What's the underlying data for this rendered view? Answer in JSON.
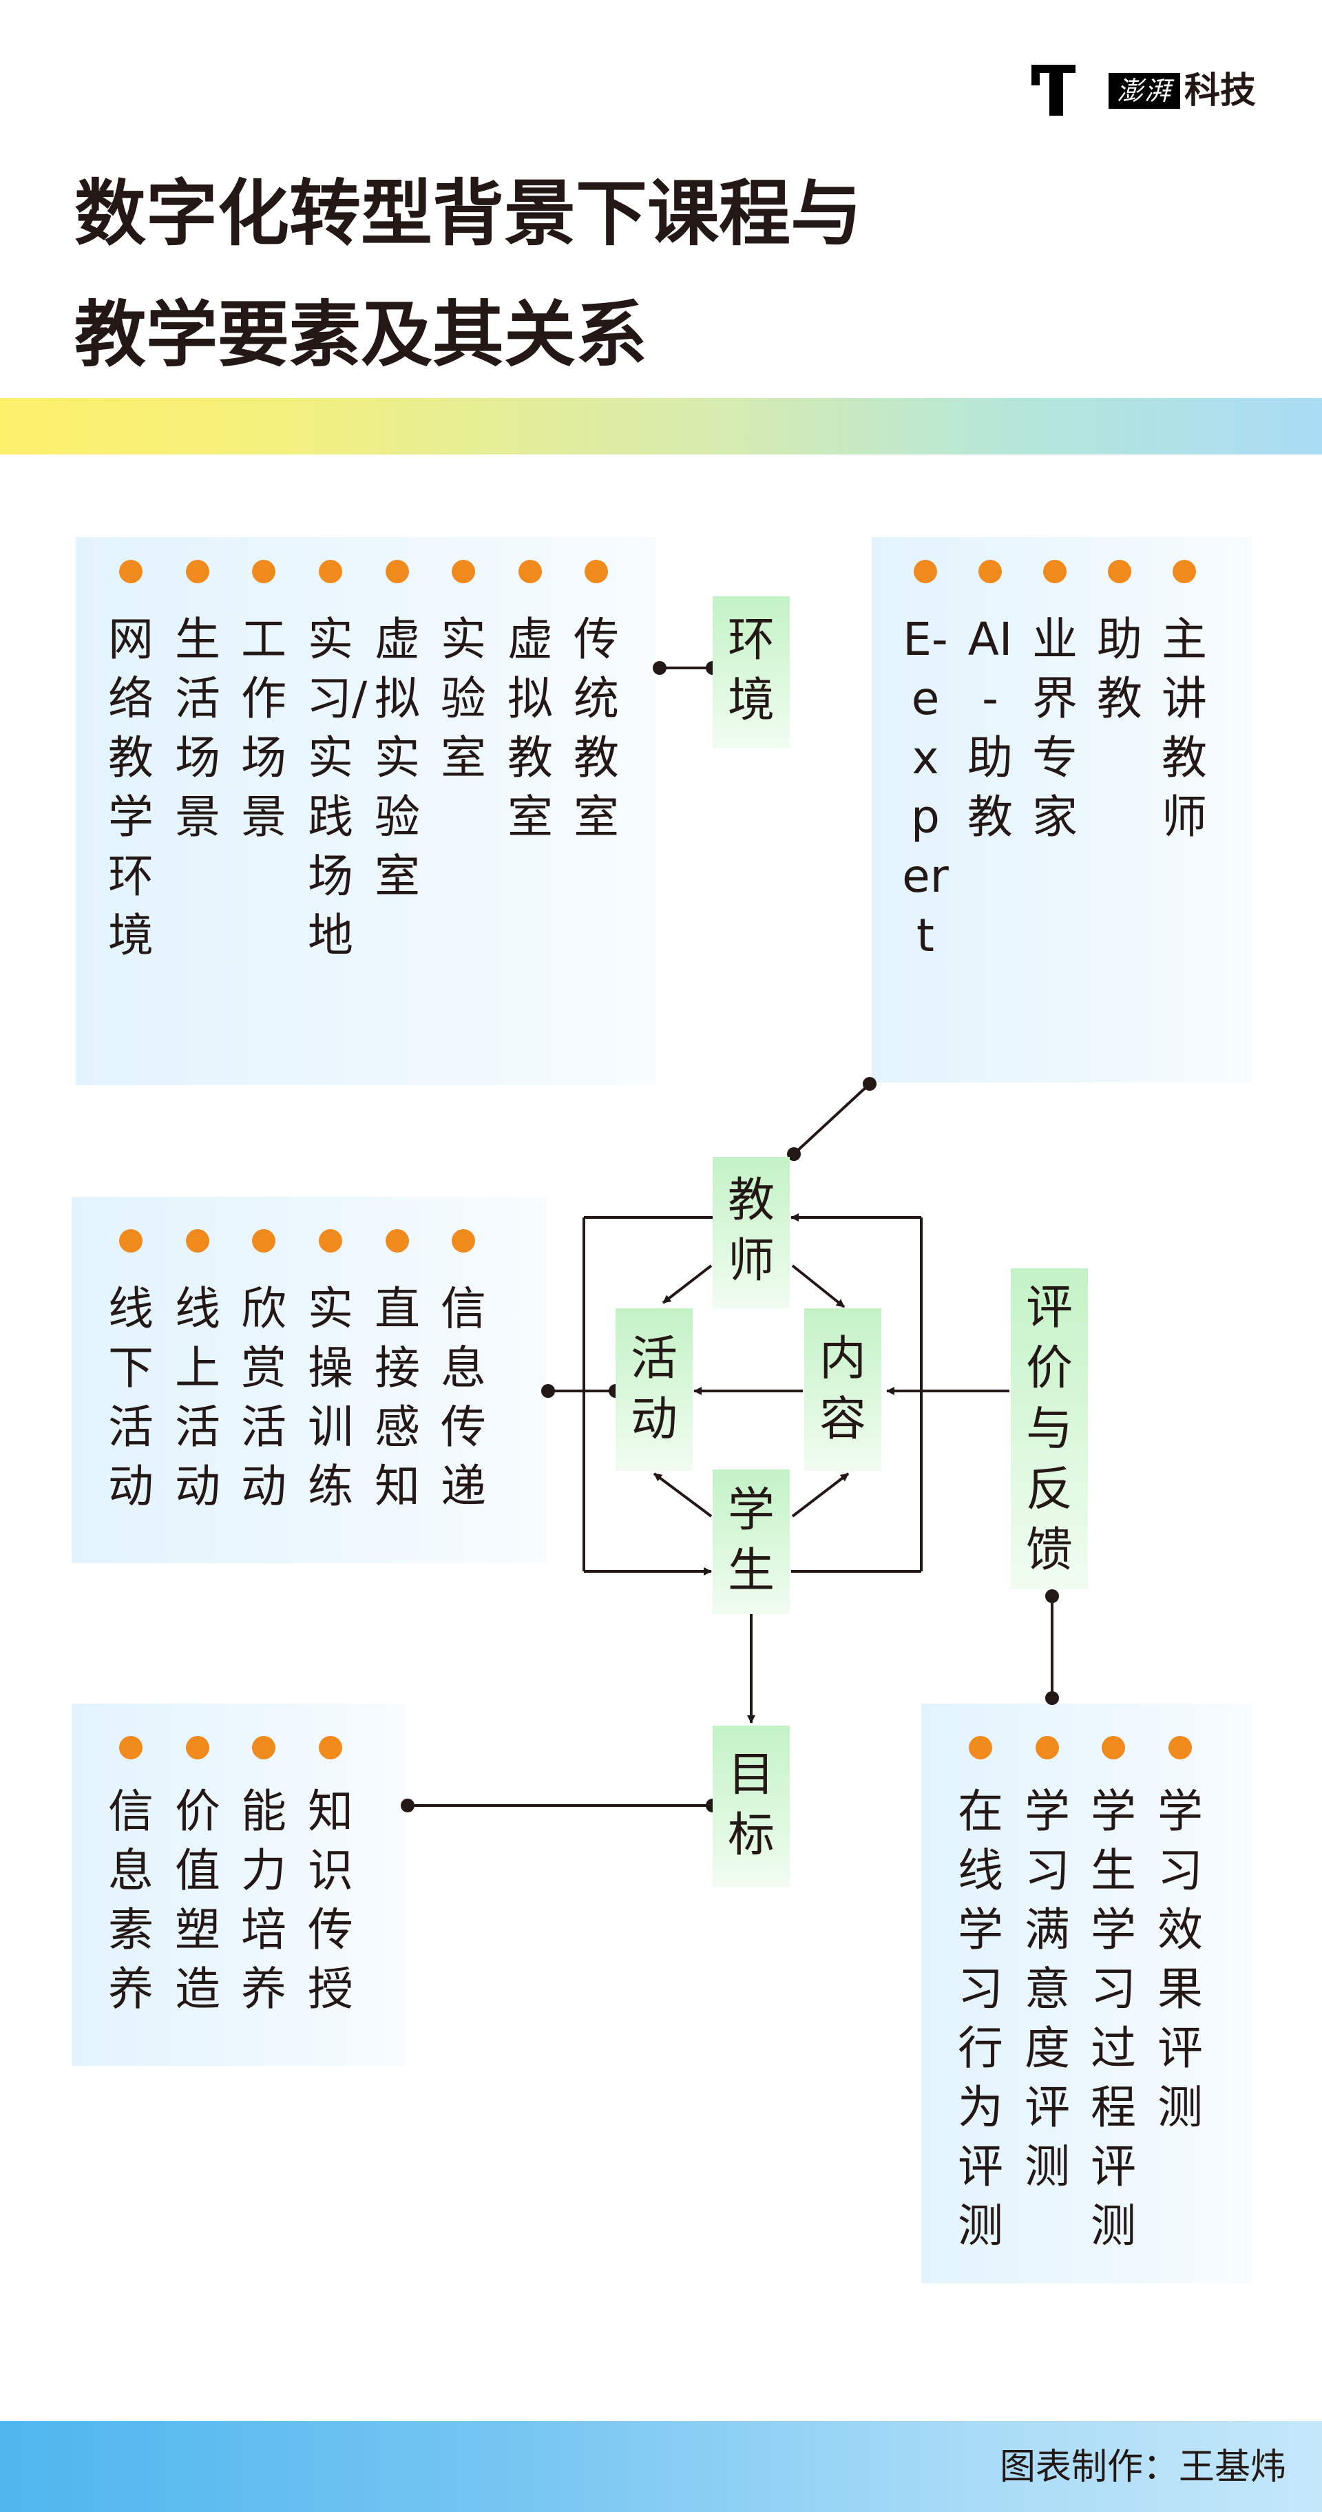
{
  "brand": {
    "name": "澎湃",
    "suffix": "科技"
  },
  "title_lines": [
    "数字化转型背景下课程与",
    "教学要素及其关系"
  ],
  "nodes": {
    "environment": "环境",
    "teacher": "教师",
    "activity": "活动",
    "content": "内容",
    "student": "学生",
    "evaluation": "评价与反馈",
    "goal": "目标"
  },
  "boxes": {
    "environment": [
      "网络教学环境",
      "生活场景",
      "工作场景",
      "实习/实践场地",
      "虚拟实验室",
      "实验室",
      "虚拟教室",
      "传统教室"
    ],
    "teacher": [
      "E-expert",
      "AI-助教",
      "业界专家",
      "助教",
      "主讲教师"
    ],
    "activity": [
      "线下活动",
      "线上活动",
      "欣赏活动",
      "实操训练",
      "直接感知",
      "信息传递"
    ],
    "goal": [
      "信息素养",
      "价值塑造",
      "能力培养",
      "知识传授"
    ],
    "evaluation": [
      "在线学习行为评测",
      "学习满意度评测",
      "学生学习过程评测",
      "学习效果评测"
    ]
  },
  "colors": {
    "dot": "#f08a1c",
    "text": "#231815",
    "line": "#231815"
  },
  "footer": {
    "credit": "图表制作：王基炜"
  }
}
